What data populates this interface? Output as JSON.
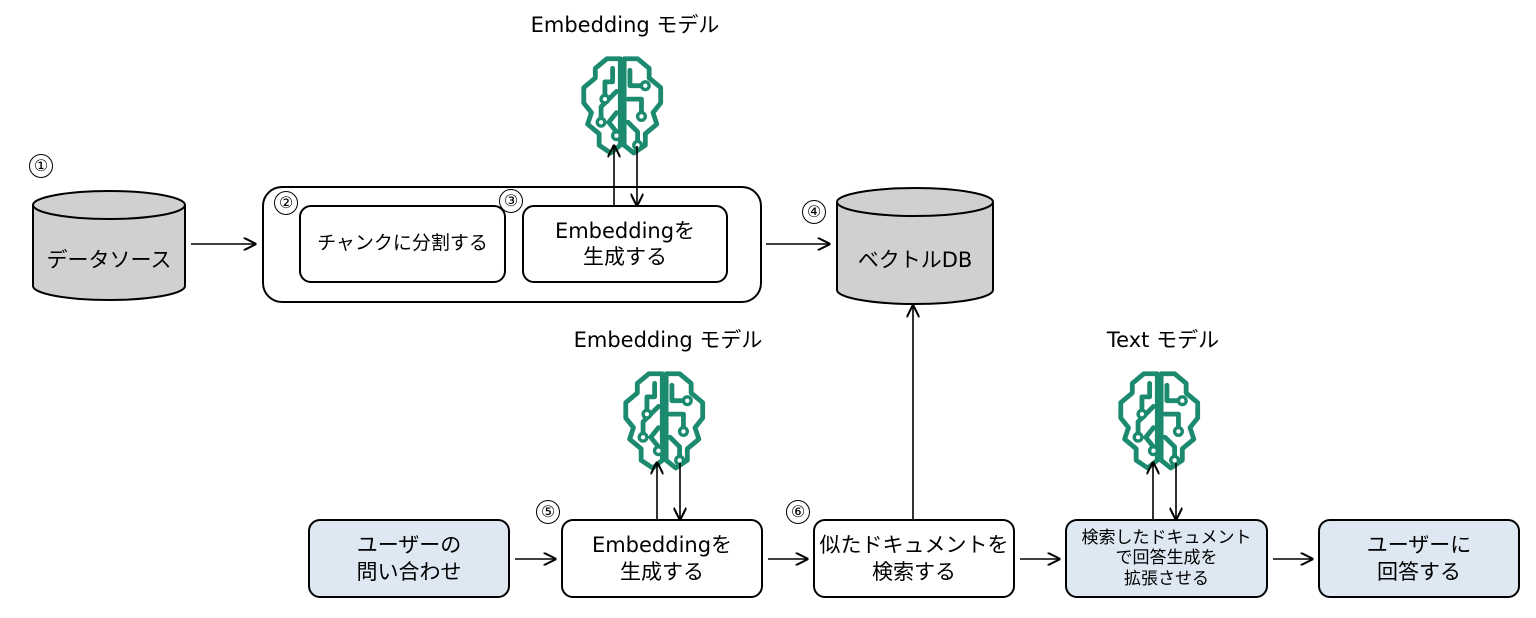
{
  "colors": {
    "stroke": "#000000",
    "db_fill": "#d0d0d0",
    "user_box_fill": "#dde8f3",
    "brain_icon": "#1b8a6e"
  },
  "steps": {
    "s1": "①",
    "s2": "②",
    "s3": "③",
    "s4": "④",
    "s5": "⑤",
    "s6": "⑥"
  },
  "ingest": {
    "data_source": "データソース",
    "chunk": "チャンクに分割する",
    "embed": "Embeddingを\n生成する",
    "vector_db": "ベクトルDB",
    "model_label": "Embedding モデル"
  },
  "query": {
    "user_question": "ユーザーの\n問い合わせ",
    "embed": "Embeddingを\n生成する",
    "search": "似たドキュメントを\n検索する",
    "augment": "検索したドキュメント\nで回答生成を\n拡張させる",
    "answer": "ユーザーに\n回答する",
    "embed_model_label": "Embedding モデル",
    "text_model_label": "Text モデル"
  }
}
